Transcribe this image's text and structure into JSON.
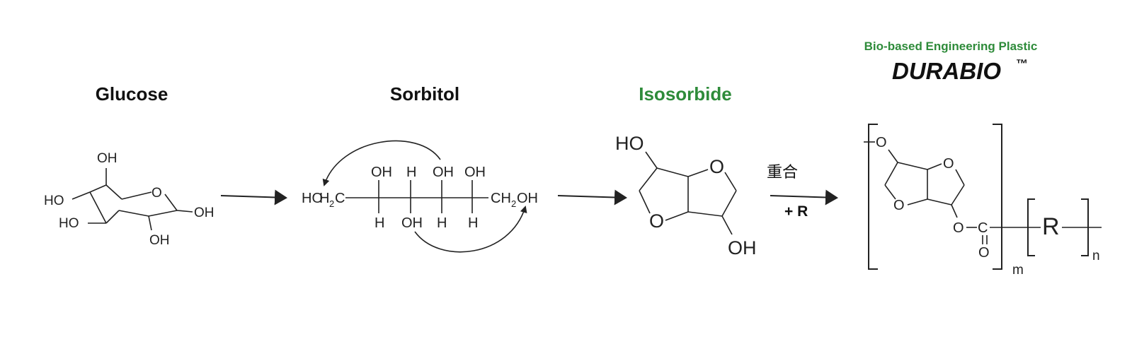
{
  "labels": {
    "glucose": "Glucose",
    "sorbitol": "Sorbitol",
    "isosorbide": "Isosorbide",
    "brand_tagline": "Bio-based Engineering Plastic",
    "brand_name": "DURABIO",
    "brand_mark": "™",
    "polymerization": "重合",
    "reagent": "+ R"
  },
  "atoms": {
    "OH": "OH",
    "HO": "HO",
    "O": "O",
    "H": "H",
    "C": "C",
    "CH": "CH",
    "R": "R",
    "sub2": "2",
    "sub_m": "m",
    "sub_n": "n"
  },
  "colors": {
    "text": "#111111",
    "accent_green": "#2e8b3a",
    "background": "#ffffff"
  }
}
